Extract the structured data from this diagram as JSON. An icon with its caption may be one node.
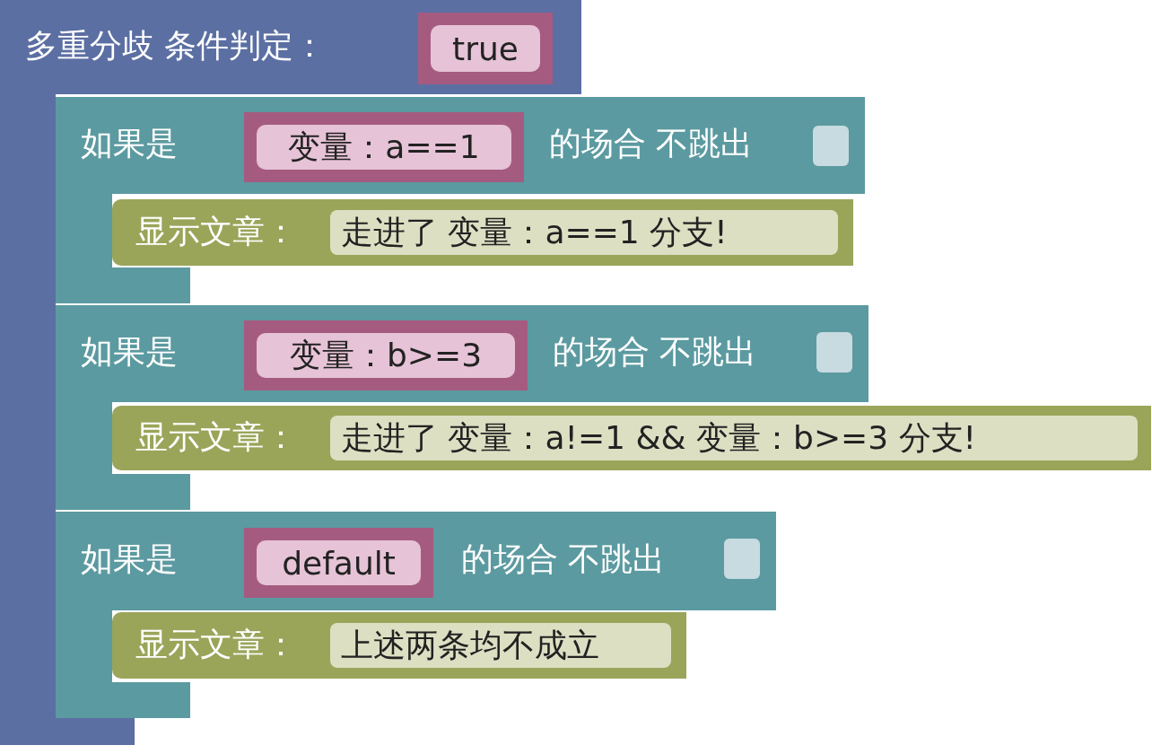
{
  "diagram": {
    "nodes": [
      {
        "text": [
          "多重分歧 条件判定："
        ]
      },
      {
        "text": [
          "true"
        ],
        "in": 0
      },
      {
        "text": [
          "如果是",
          "的场合 不跳出"
        ]
      },
      {
        "text": [
          "变量：a==1"
        ],
        "in": 2
      },
      {
        "text": [],
        "shape": "box",
        "in": 2
      },
      {
        "text": [
          "显示文章："
        ],
        "in": 2
      },
      {
        "text": [
          "走进了 变量：a==1 分支!"
        ],
        "in": 5
      },
      {
        "text": [
          "如果是",
          "的场合 不跳出"
        ]
      },
      {
        "text": [
          "变量：b>=3"
        ],
        "in": 7
      },
      {
        "text": [],
        "shape": "box",
        "in": 7
      },
      {
        "text": [
          "显示文章："
        ]
      },
      {
        "text": [
          "走进了 变量：a!=1 && 变量：b>=3 分支!"
        ],
        "in": 10
      },
      {
        "text": [
          "如果是",
          "的场合 不跳出"
        ]
      },
      {
        "text": [
          "default"
        ],
        "in": 12
      },
      {
        "text": [],
        "shape": "box",
        "in": 12
      },
      {
        "text": [
          "显示文章："
        ],
        "in": 12
      },
      {
        "text": [
          "上述两条均不成立"
        ],
        "in": 15
      }
    ]
  }
}
